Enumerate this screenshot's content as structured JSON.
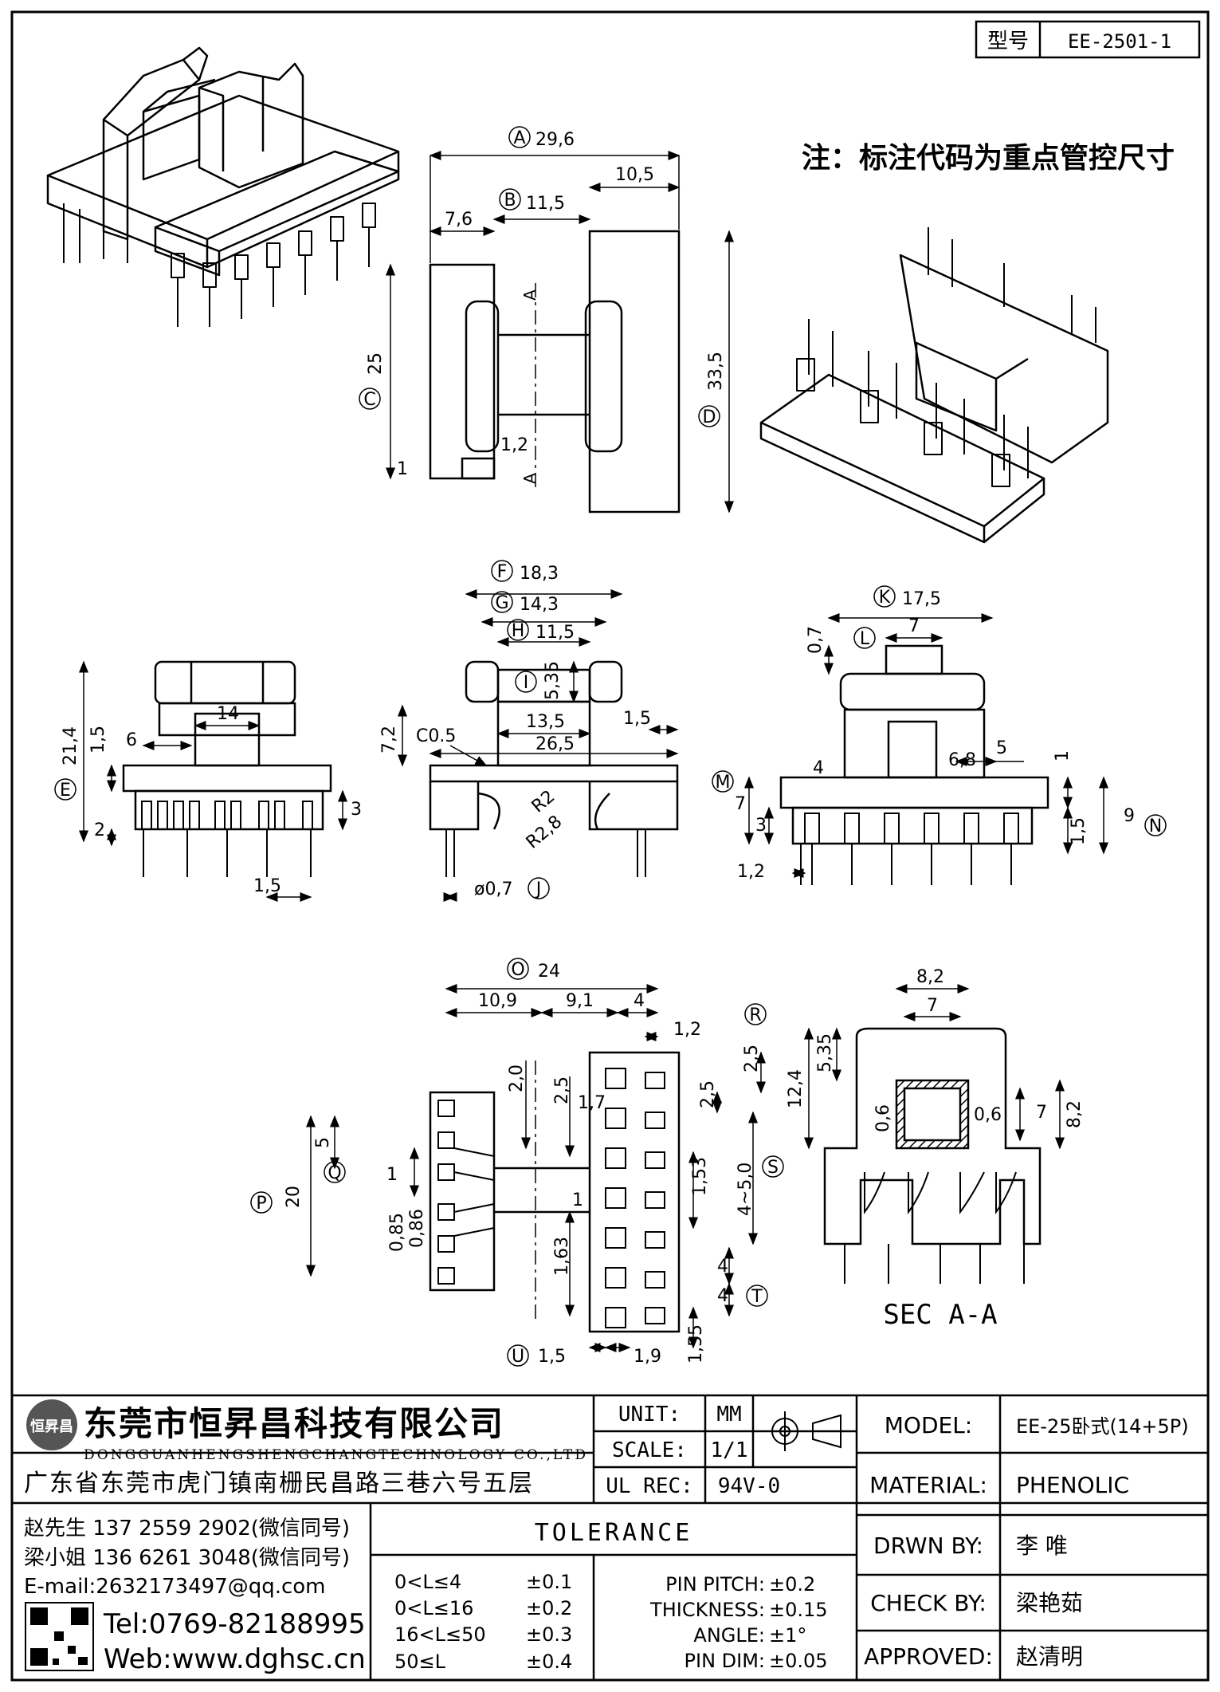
{
  "model_box": {
    "label": "型号",
    "value": "EE-2501-1"
  },
  "note": "注：标注代码为重点管控尺寸",
  "dims": {
    "A": "29,6",
    "B": "11,5",
    "top_right_width": "10,5",
    "top_left_width": "7,6",
    "C": "25",
    "D": "33,5",
    "gap_1_2": "1,2",
    "base_1": "1",
    "F": "18,3",
    "G": "14,3",
    "H": "11,5",
    "I": "5,35",
    "front_14": "14",
    "front_6": "6",
    "front_1_5": "1,5",
    "E": "21,4",
    "front_2": "2",
    "front_3": "3",
    "front_pitch": "1,5",
    "side_7_2": "7,2",
    "chamfer": "C0.5",
    "side_13_5": "13,5",
    "side_26_5": "26,5",
    "side_1_5": "1,5",
    "R2": "R2",
    "R2_8": "R2,8",
    "J": "ø0,7",
    "K": "17,5",
    "L": "7",
    "right_0_7": "0,7",
    "M": "4",
    "right_6_8": "6,8",
    "right_5": "5",
    "right_1": "1",
    "right_7": "7",
    "right_3": "3",
    "right_1_5": "1,5",
    "N": "9",
    "right_1_2": "1,2",
    "O": "24",
    "bot_10_9": "10,9",
    "bot_9_1": "9,1",
    "bot_4": "4",
    "bot_1_2": "1,2",
    "R": "2,5",
    "bot_2_0": "2,0",
    "bot_2_5a": "2,5",
    "bot_1_7": "1,7",
    "bot_2_5b": "2,5",
    "bot_5": "5",
    "Q": "1",
    "P": "20",
    "bot_0_85": "0,85",
    "bot_0_86": "0,86",
    "bot_1_53": "1,53",
    "S": "4~5,0",
    "bot_1": "1",
    "bot_1_63": "1,63",
    "T_upper": "4",
    "T": "4",
    "U": "1,5",
    "bot_1_9": "1,9",
    "bot_1_55": "1,55",
    "sec_8_2_top": "8,2",
    "sec_7_top": "7",
    "sec_5_35": "5,35",
    "sec_12_4": "12,4",
    "sec_0_6_left": "0,6",
    "sec_0_6_right": "0,6",
    "sec_7_right": "7",
    "sec_8_2_right": "8,2"
  },
  "section_label": "SEC A-A",
  "company": {
    "name_cn": "东莞市恒昇昌科技有限公司",
    "name_en": "DONGGUANHENGSHENGCHANGTECHNOLOGY CO.,LTD",
    "address": "广东省东莞市虎门镇南栅民昌路三巷六号五层",
    "logo_text": "恒昇昌",
    "contact_1": "赵先生 137 2559 2902(微信同号)",
    "contact_2": "梁小姐 136 6261 3048(微信同号)",
    "email": "E-mail:2632173497@qq.com",
    "tel": "Tel:0769-82188995",
    "web": "Web:www.dghsc.cn"
  },
  "unit": {
    "label": "UNIT:",
    "value": "MM"
  },
  "scale": {
    "label": "SCALE:",
    "value": "1/1"
  },
  "ul_rec": {
    "label": "UL REC:",
    "value": "94V-0"
  },
  "tolerance": {
    "title": "TOLERANCE",
    "rows": [
      {
        "range": "0<L≤4",
        "tol": "±0.1"
      },
      {
        "range": "0<L≤16",
        "tol": "±0.2"
      },
      {
        "range": "16<L≤50",
        "tol": "±0.3"
      },
      {
        "range": "50≤L",
        "tol": "±0.4"
      }
    ],
    "extra": [
      {
        "name": "PIN PITCH:",
        "tol": "±0.2"
      },
      {
        "name": "THICKNESS:",
        "tol": "±0.15"
      },
      {
        "name": "ANGLE:",
        "tol": "±1°"
      },
      {
        "name": "PIN DIM:",
        "tol": "±0.05"
      }
    ]
  },
  "title_block": {
    "model_label": "MODEL:",
    "model_value": "EE-25卧式(14+5P)",
    "material_label": "MATERIAL:",
    "material_value": "PHENOLIC",
    "drawn_label": "DRWN BY:",
    "drawn_value": "李 唯",
    "check_label": "CHECK BY:",
    "check_value": "梁艳茹",
    "approved_label": "APPROVED:",
    "approved_value": "赵清明"
  }
}
